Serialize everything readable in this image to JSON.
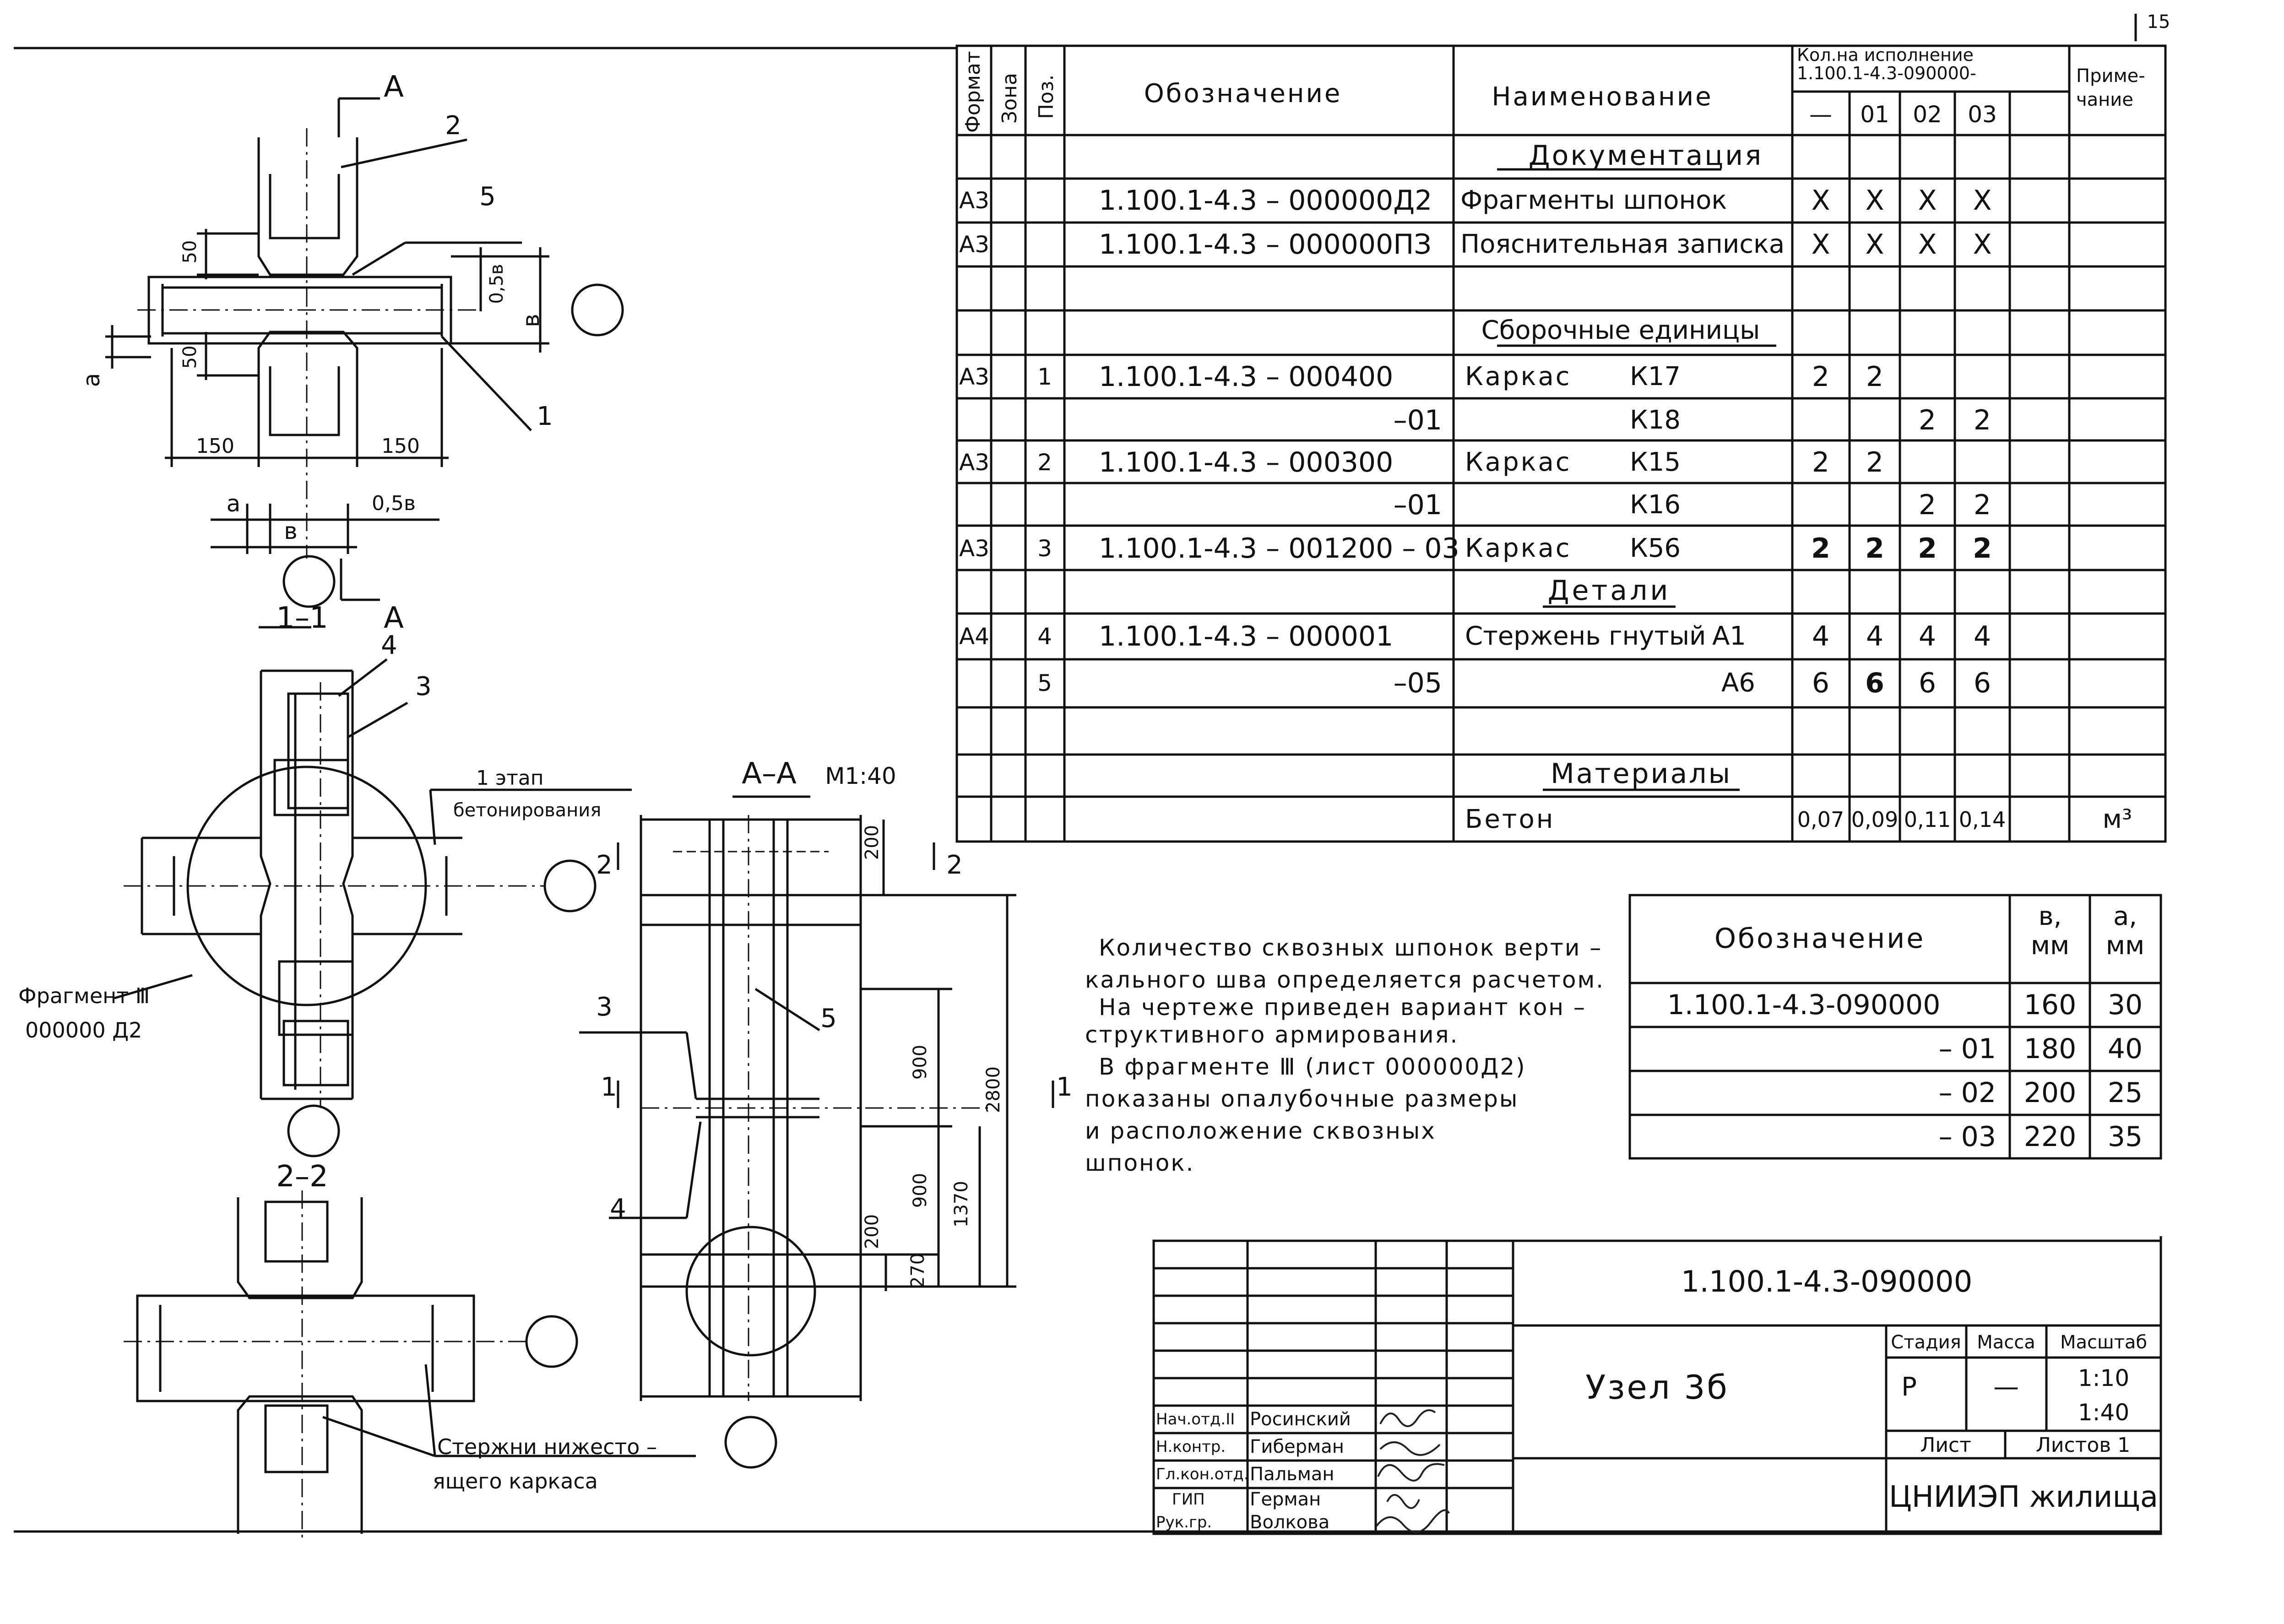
{
  "page_number": "15",
  "spec_table": {
    "headers": {
      "format": "Формат",
      "zone": "Зона",
      "pos": "Поз.",
      "designation": "Обозначение",
      "name": "Наименование",
      "qty_title": "Кол.на исполнение",
      "qty_doc": "1.100.1-4.3-090000-",
      "qty_cols": [
        "—",
        "01",
        "02",
        "03"
      ],
      "note": "Приме-\nчание"
    },
    "rows": [
      {
        "section": "Документация"
      },
      {
        "format": "А3",
        "designation": "1.100.1-4.3 – 000000Д2",
        "name": "Фрагменты шпонок",
        "q": [
          "X",
          "X",
          "X",
          "X"
        ]
      },
      {
        "format": "А3",
        "designation": "1.100.1-4.3 – 000000ПЗ",
        "name": "Пояснительная записка",
        "q": [
          "X",
          "X",
          "X",
          "X"
        ]
      },
      {
        "section": "Сборочные единицы"
      },
      {
        "format": "А3",
        "pos": "1",
        "designation": "1.100.1-4.3 – 000400",
        "name": "Каркас",
        "mark": "К17",
        "q": [
          "2",
          "2",
          "",
          ""
        ]
      },
      {
        "designation": "–01",
        "mark": "К18",
        "q": [
          "",
          "",
          "2",
          "2"
        ]
      },
      {
        "format": "А3",
        "pos": "2",
        "designation": "1.100.1-4.3 – 000300",
        "name": "Каркас",
        "mark": "К15",
        "q": [
          "2",
          "2",
          "",
          ""
        ]
      },
      {
        "designation": "–01",
        "mark": "К16",
        "q": [
          "",
          "",
          "2",
          "2"
        ]
      },
      {
        "format": "А3",
        "pos": "3",
        "designation": "1.100.1-4.3 – 001200 – 03",
        "name": "Каркас",
        "mark": "К56",
        "q": [
          "2",
          "2",
          "2",
          "2"
        ]
      },
      {
        "section": "Детали"
      },
      {
        "format": "А4",
        "pos": "4",
        "designation": "1.100.1-4.3 – 000001",
        "name": "Стержень гнутый",
        "mark": "А1",
        "q": [
          "4",
          "4",
          "4",
          "4"
        ]
      },
      {
        "pos": "5",
        "designation": "–05",
        "mark": "А6",
        "q": [
          "6",
          "6",
          "6",
          "6"
        ]
      },
      {
        "section": "Материалы"
      },
      {
        "name": "Бетон",
        "q": [
          "0,07",
          "0,09",
          "0,11",
          "0,14"
        ],
        "note": "м³"
      }
    ]
  },
  "variants_table": {
    "header_designation": "Обозначение",
    "header_b": "в,\nмм",
    "header_a": "а,\nмм",
    "rows": [
      {
        "designation": "1.100.1-4.3-090000",
        "b": "160",
        "a": "30"
      },
      {
        "designation": "– 01",
        "b": "180",
        "a": "40"
      },
      {
        "designation": "– 02",
        "b": "200",
        "a": "25"
      },
      {
        "designation": "– 03",
        "b": "220",
        "a": "35"
      }
    ]
  },
  "notes": [
    "Количество сквозных шпонок верти –",
    "кального шва определяется расчетом.",
    "На чертеже приведен вариант кон –",
    "структивного армирования.",
    "В фрагменте Ⅲ (лист 000000Д2)",
    "показаны опалубочные размеры",
    "и расположение сквозных",
    "шпонок."
  ],
  "title_block": {
    "doc_number": "1.100.1-4.3-090000",
    "title": "Узел 3б",
    "stage_label": "Стадия",
    "mass_label": "Масса",
    "scale_label": "Масштаб",
    "stage": "Р",
    "mass": "—",
    "scale_1": "1:10",
    "scale_2": "1:40",
    "sheet_label": "Лист",
    "sheets_label": "Листов 1",
    "organization": "ЦНИИЭП жилища",
    "signers": [
      {
        "role": "Нач.отд.II",
        "name": "Росинский"
      },
      {
        "role": "Н.контр.",
        "name": "Гиберман"
      },
      {
        "role": "Гл.кон.отд.",
        "name": "Пальман"
      },
      {
        "role": "ГИП",
        "name": "Герман"
      },
      {
        "role": "Рук.гр.",
        "name": "Волкова"
      }
    ]
  },
  "drawing": {
    "section_a_label": "А",
    "section_1_1": "1–1",
    "section_2_2": "2–2",
    "section_aa": "А–А",
    "scale_aa": "М1:40",
    "stage_note_1": "1 этап",
    "stage_note_2": "бетонирования",
    "fragment_1": "Фрагмент Ⅲ",
    "fragment_2": "000000 Д2",
    "bars_note_1": "Стержни нижесто –",
    "bars_note_2": "ящего каркаса",
    "dims": {
      "d50a": "50",
      "d50b": "50",
      "d150a": "150",
      "d150b": "150",
      "d05b_v": "0,5в",
      "d_b_v": "в",
      "d_a": "а",
      "d_a2": "а",
      "d_b2": "в",
      "d05b_h": "0,5в",
      "d200a": "200",
      "d900a": "900",
      "d900b": "900",
      "d2800": "2800",
      "d1370": "1370",
      "d200b": "200",
      "d270": "270"
    },
    "callouts": {
      "c1": "1",
      "c2": "2",
      "c3": "3",
      "c4": "4",
      "c5": "5",
      "c3b": "3",
      "c4b": "4",
      "c5b": "5"
    },
    "cut_labels": {
      "cut2l": "2",
      "cut2r": "2",
      "cut1l": "1",
      "cut1r": "1"
    }
  }
}
